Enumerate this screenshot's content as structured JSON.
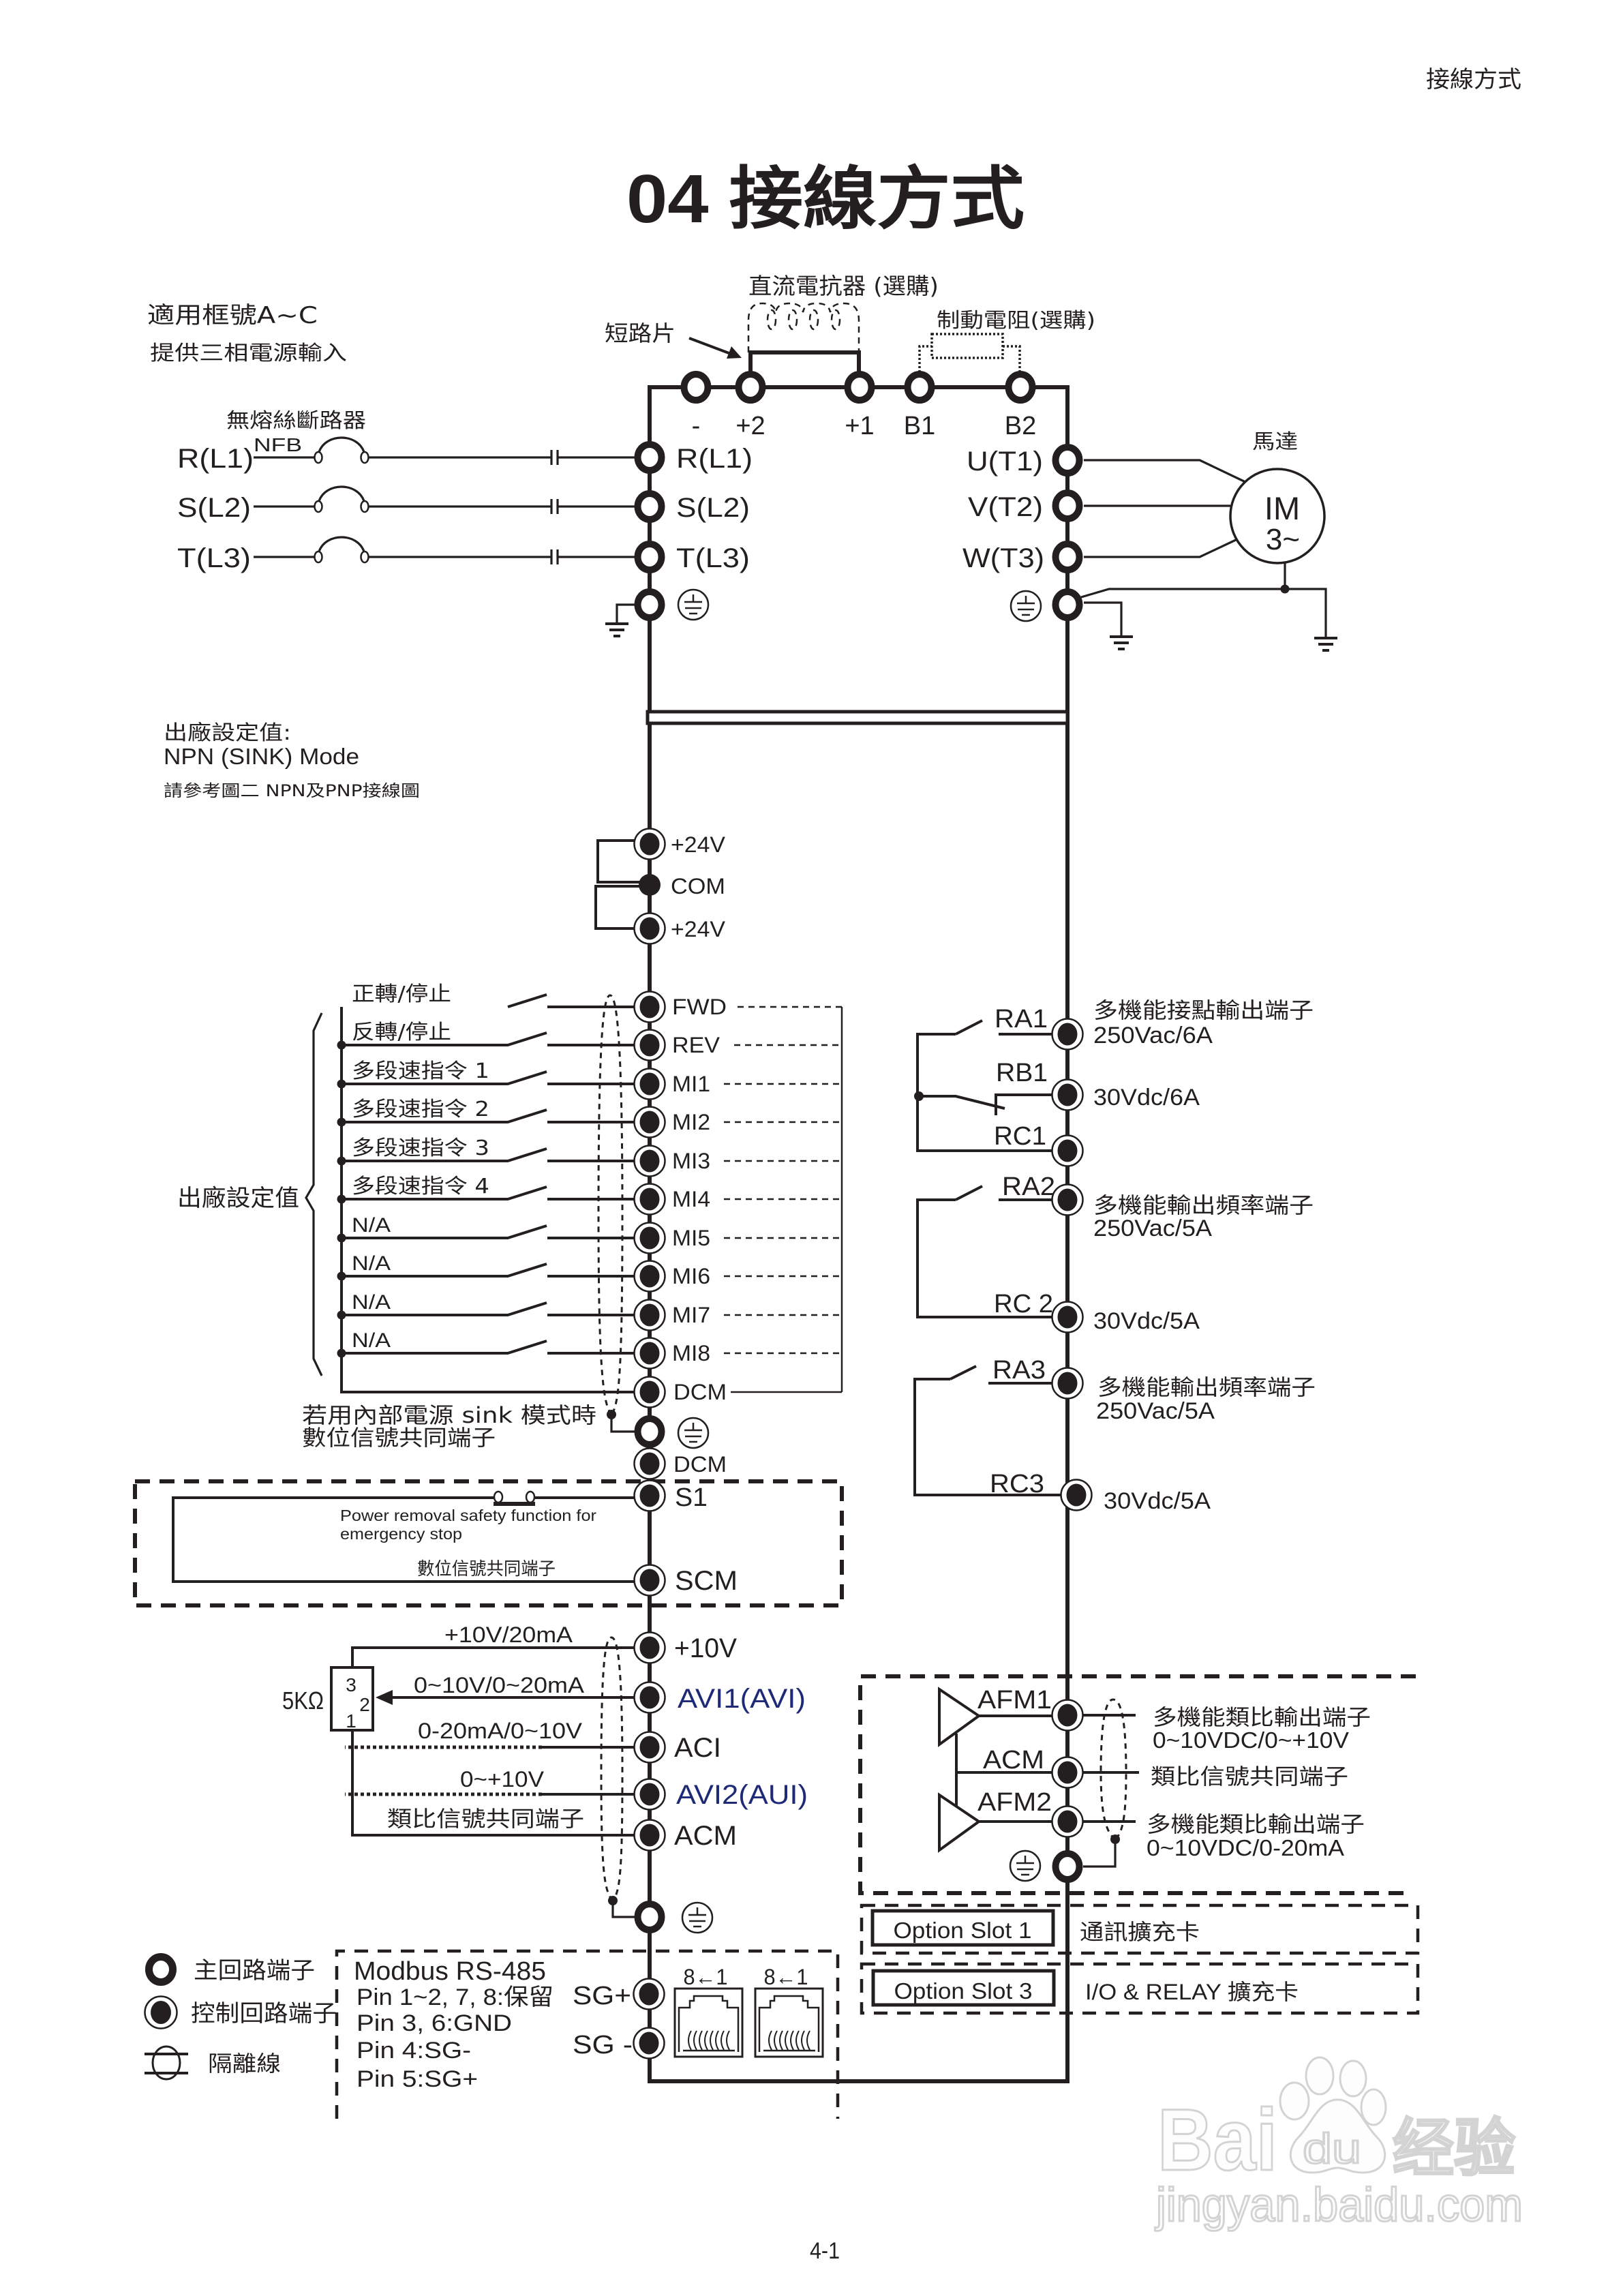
{
  "page": {
    "running_header": "接線方式",
    "title": "04 接線方式",
    "page_number": "4-1"
  },
  "notes": {
    "frame_size": "適用框號A~C",
    "power_input": "提供三相電源輸入",
    "factory_default_heading": "出廠設定值:",
    "sink_mode": "NPN (SINK) Mode",
    "see_figure": "請參考圖二 NPN及PNP接線圖",
    "internal_power_line1": "若用內部電源 sink 模式時",
    "internal_power_line2": "數位信號共同端子"
  },
  "main_circuit": {
    "dc_reactor": "直流電抗器 (選購)",
    "jumper": "短路片",
    "brake_resistor": "制動電阻(選購)",
    "breaker": "無熔絲斷路器",
    "breaker_tag": "NFB",
    "dc_bus_terminals": [
      "-",
      "+2",
      "+1",
      "B1",
      "B2"
    ],
    "supply_phases": [
      "R(L1)",
      "S(L2)",
      "T(L3)"
    ],
    "input_terminals": [
      "R(L1)",
      "S(L2)",
      "T(L3)"
    ],
    "output_terminals": [
      "U(T1)",
      "V(T2)",
      "W(T3)"
    ],
    "motor_caption": "馬達",
    "motor_symbol": [
      "IM",
      "3~"
    ]
  },
  "digital_inputs": {
    "supply_terminals": [
      "+24V",
      "COM",
      "+24V"
    ],
    "group_caption": "出廠設定值",
    "inputs": [
      {
        "terminal": "FWD",
        "function": "正轉/停止"
      },
      {
        "terminal": "REV",
        "function": "反轉/停止"
      },
      {
        "terminal": "MI1",
        "function": "多段速指令 1"
      },
      {
        "terminal": "MI2",
        "function": "多段速指令 2"
      },
      {
        "terminal": "MI3",
        "function": "多段速指令 3"
      },
      {
        "terminal": "MI4",
        "function": "多段速指令 4"
      },
      {
        "terminal": "MI5",
        "function": "N/A"
      },
      {
        "terminal": "MI6",
        "function": "N/A"
      },
      {
        "terminal": "MI7",
        "function": "N/A"
      },
      {
        "terminal": "MI8",
        "function": "N/A"
      }
    ],
    "common_terminal": "DCM",
    "second_common_terminal": "DCM"
  },
  "safety": {
    "input_terminal": "S1",
    "common_terminal": "SCM",
    "description": [
      "Power removal safety function for",
      "emergency stop"
    ],
    "common_caption": "數位信號共同端子"
  },
  "analog_inputs": {
    "potentiometer": "5KΩ",
    "pot_pins": [
      "3",
      "2",
      "1"
    ],
    "channels": [
      {
        "terminal": "+10V",
        "signal": "+10V/20mA"
      },
      {
        "terminal": "AVI1(AVI)",
        "signal": "0~10V/0~20mA"
      },
      {
        "terminal": "ACI",
        "signal": "0-20mA/0~10V"
      },
      {
        "terminal": "AVI2(AUI)",
        "signal": "0~+10V"
      },
      {
        "terminal": "ACM",
        "signal": "類比信號共同端子"
      }
    ]
  },
  "relay_outputs": [
    {
      "terminal": "RA1",
      "caption": "多機能接點輸出端子",
      "rating": "250Vac/6A"
    },
    {
      "terminal": "RB1",
      "rating": "30Vdc/6A"
    },
    {
      "terminal": "RC1"
    },
    {
      "terminal": "RA2",
      "caption": "多機能輸出頻率端子",
      "rating": "250Vac/5A"
    },
    {
      "terminal": "RC 2",
      "rating": "30Vdc/5A"
    },
    {
      "terminal": "RA3",
      "caption": "多機能輸出頻率端子",
      "rating": "250Vac/5A"
    },
    {
      "terminal": "RC3",
      "rating": "30Vdc/5A"
    }
  ],
  "analog_outputs": [
    {
      "terminal": "AFM1",
      "caption": "多機能類比輸出端子",
      "range": "0~10VDC/0~+10V"
    },
    {
      "terminal": "ACM",
      "caption": "類比信號共同端子"
    },
    {
      "terminal": "AFM2",
      "caption": "多機能類比輸出端子",
      "range": "0~10VDC/0-20mA"
    }
  ],
  "option_slots": [
    {
      "slot": "Option Slot 1",
      "card": "通訊擴充卡"
    },
    {
      "slot": "Option Slot 3",
      "card": "I/O & RELAY 擴充卡"
    }
  ],
  "modbus": {
    "title": "Modbus RS-485",
    "pinout": [
      "Pin 1~2, 7, 8:保留",
      "Pin 3, 6:GND",
      "Pin 4:SG-",
      "Pin 5:SG+"
    ],
    "terminals": [
      "SG+",
      "SG -"
    ],
    "jack_pin_order": [
      "8←1",
      "8←1"
    ]
  },
  "legend": [
    {
      "icon": "main-circuit-terminal-icon",
      "label": "主回路端子"
    },
    {
      "icon": "control-circuit-terminal-icon",
      "label": "控制回路端子"
    },
    {
      "icon": "shielded-wire-icon",
      "label": "隔離線"
    }
  ],
  "colors": {
    "ink": "#231f20",
    "highlight_terminal": "#1e2a78",
    "watermark": "#cfcfcf"
  },
  "watermark": {
    "brand": "Bai",
    "paw_text": "du",
    "suffix": "经验",
    "url": "jingyan.baidu.com"
  }
}
